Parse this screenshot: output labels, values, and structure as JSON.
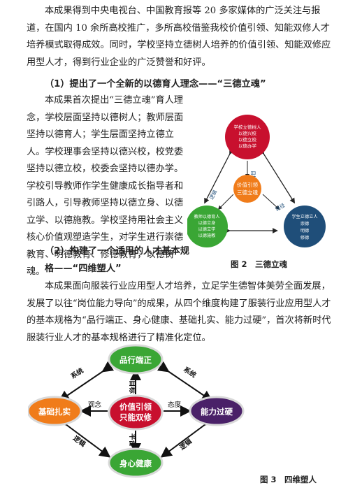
{
  "paragraph1": "本成果得到中央电视台、中国教育报等 20 多家媒体的广泛关注与报道，在国内 10 余所高校推广，多所高校借鉴我校价值引领、知能双修人才培养模式取得成效。同时，学校坚持立德树人培养的价值引领、知能双修应用型人才，得到行业企业的广泛赞誉和好评。",
  "heading1": "（1）提出了一个全新的以德育人理念——“三德立魂”",
  "paragraph2": "本成果首次提出“三德立魂”育人理念，学校层面坚持以德树人；教师层面坚持以德育人；学生层面坚持立德立人。学校理事会坚持以德兴校，校党委坚持以德立校，校委会坚持以德办学。学校引导教师作学生健康成长指导者和引路人，引导教师坚持以德立身、以德立学、以德施教。学校坚持用社会主义核心价值观塑造学生，对学生进行崇德教育、明德教育、修德教育，以德铸魂。",
  "heading2": "（2）构建了一个适用的人才基本规格——“四维塑人”",
  "paragraph3": "本成果面向服装行业应用型人才培养，立足学生德智体美劳全面发展，发展了以往“岗位能力导向”的成果，从四个维度构建了服装行业应用型人才的基本规格为“品行端正、身心健康、基础扎实、能力过硬”，首次将新时代服装行业人才的基本规格进行了精准化定位。",
  "figure2": {
    "caption": "图 2　三德立魂",
    "center": [
      "价值引领",
      "三德立魂"
    ],
    "top_node": [
      "学校立德树人",
      "以德兴校",
      "以德立校",
      "以德办学"
    ],
    "left_node": [
      "教师以德育人",
      "以德立身",
      "以德立学",
      "以德施教"
    ],
    "right_node": [
      "学生立德立人",
      "崇德",
      "明德",
      "修德"
    ],
    "arrow_labels": {
      "top_center": "目标",
      "left": "逻辑",
      "right": "路径"
    }
  },
  "figure3": {
    "caption": "图 3　四维塑人",
    "center": [
      "价值引领",
      "只能双修"
    ],
    "top": "品行端正",
    "left": "基础扎实",
    "right": "能力过硬",
    "bottom": "身心健康",
    "labels": {
      "top_left": "系统",
      "top_right": "系统",
      "bottom_left": "逻辑",
      "bottom_right": "逻辑",
      "up": "目标",
      "down": "平台",
      "left_mid": "观念",
      "right_mid": "态度"
    }
  },
  "colors": {
    "red": "#c8102e",
    "orange": "#f07c1a",
    "green": "#3aa635",
    "navy": "#1f4e79",
    "purple": "#4a2168"
  }
}
